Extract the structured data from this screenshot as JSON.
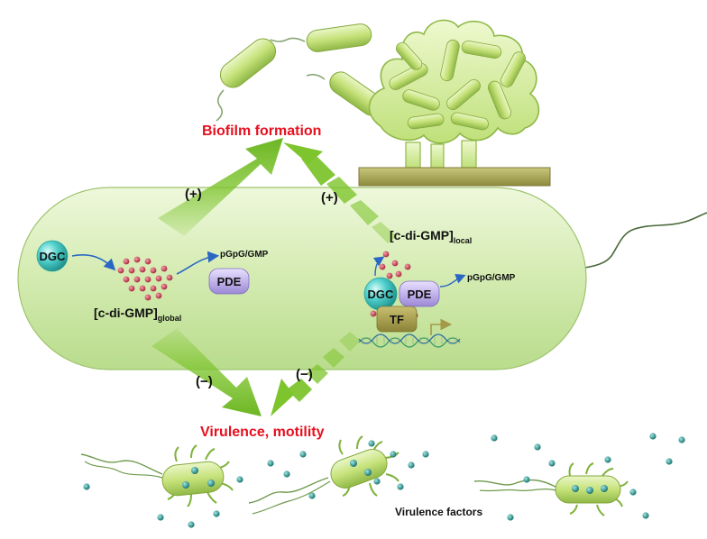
{
  "title_top": "Biofilm formation",
  "title_bottom": "Virulence, motility",
  "sign_plus": "(+)",
  "sign_minus": "(−)",
  "global": {
    "dgc": "DGC",
    "pde": "PDE",
    "product": "pGpG/GMP",
    "pool_main": "[c-di-GMP]",
    "pool_sub": "global"
  },
  "local": {
    "dgc": "DGC",
    "pde": "PDE",
    "tf": "TF",
    "product": "pGpG/GMP",
    "pool_main": "[c-di-GMP]",
    "pool_sub": "local"
  },
  "virulence_factors": "Virulence factors",
  "colors": {
    "cell_fill": "#d6ecb4",
    "arrow_green": "#7dc42d",
    "red_text": "#e8101f",
    "dgc_teal": "#4fd0cc",
    "pde_lilac": "#b9a8e6",
    "tf_olive": "#a39a4a",
    "molecule": "#c63a4e",
    "dot_teal": "#1e9490"
  }
}
